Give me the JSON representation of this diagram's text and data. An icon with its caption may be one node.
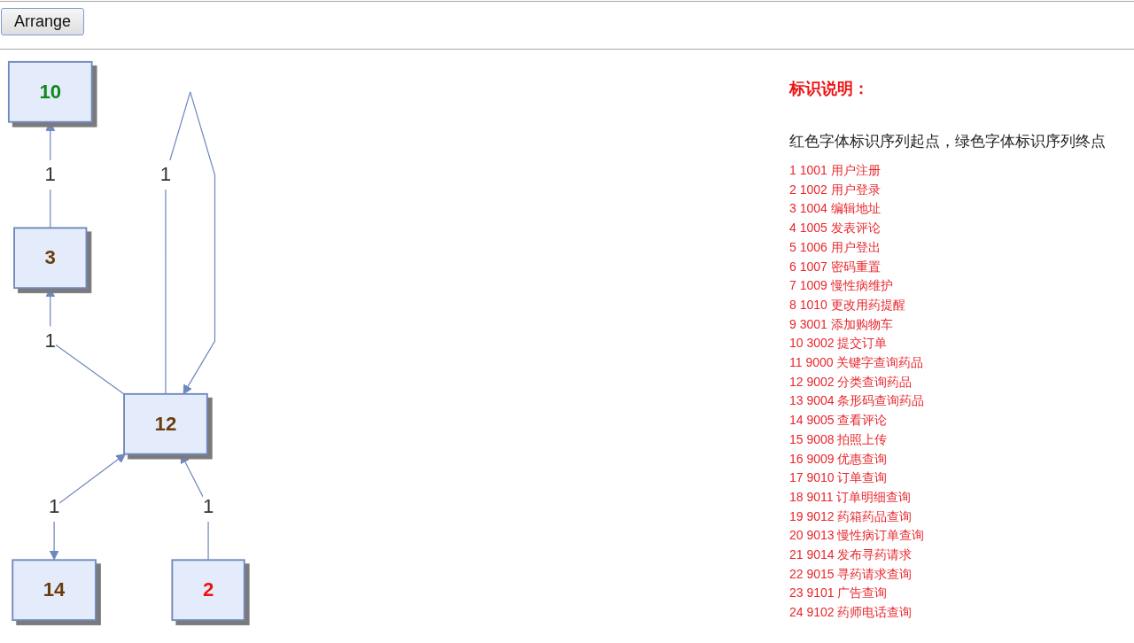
{
  "diagram": {
    "nodes": [
      {
        "text": [
          "10"
        ]
      },
      {
        "text": [
          "3"
        ]
      },
      {
        "text": [
          "12"
        ]
      },
      {
        "text": [
          "14"
        ]
      },
      {
        "text": [
          "2"
        ]
      }
    ],
    "edges": [
      {
        "from": 1,
        "to": 0,
        "arrow": "to",
        "label": "1"
      },
      {
        "from": 2,
        "to": 1,
        "arrow": "to",
        "label": "1"
      },
      {
        "from": 2,
        "to": 2,
        "arrow": "to",
        "label": "1"
      },
      {
        "from": 3,
        "to": 2,
        "arrow": "both",
        "label": "1"
      },
      {
        "from": 4,
        "to": 2,
        "arrow": "to",
        "label": "1"
      }
    ],
    "labels": [
      "Arrange",
      "标识说明：",
      "红色字体标识序列起点，绿色字体标识序列终点",
      "1 1001 用户注册",
      "2 1002 用户登录",
      "3 1004 编辑地址",
      "4 1005 发表评论",
      "5 1006 用户登出",
      "6 1007 密码重置",
      "7 1009 慢性病维护",
      "8 1010 更改用药提醒",
      "9 3001 添加购物车",
      "10 3002 提交订单",
      "11 9000 关键字查询药品",
      "12 9002 分类查询药品",
      "13 9004 条形码查询药品",
      "14 9005 查看评论",
      "15 9008 拍照上传",
      "16 9009 优惠查询",
      "17 9010 订单查询",
      "18 9011 订单明细查询",
      "19 9012 药箱药品查询",
      "20 9013 慢性病订单查询",
      "21 9014 发布寻药请求",
      "22 9015 寻药请求查询",
      "23 9101 广告查询",
      "24 9102 药师电话查询"
    ]
  }
}
